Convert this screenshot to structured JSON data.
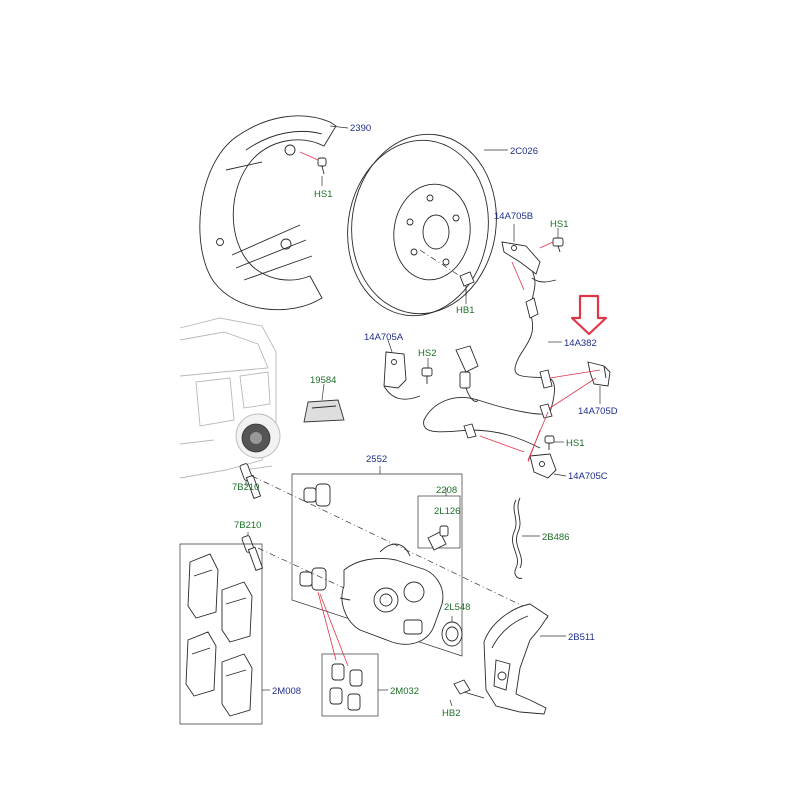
{
  "labels": {
    "shield": "2390",
    "hs1_shield": "HS1",
    "disc": "2C026",
    "hb1": "HB1",
    "bracket_b": "14A705B",
    "hs1_top": "HS1",
    "sensor": "14A382",
    "bracket_a": "14A705A",
    "hs2": "HS2",
    "pad_kit": "19584",
    "bracket_d": "14A705D",
    "hs1_lower": "HS1",
    "bracket_c": "14A705C",
    "caliper": "2552",
    "bleed": "2208",
    "bleed_cap": "2L126",
    "pin_upper": "7B210",
    "pin_lower": "7B210",
    "spring": "2B486",
    "piston_seal": "2L548",
    "carrier": "2B511",
    "pads": "2M008",
    "guide_kit": "2M032",
    "hb2": "HB2"
  },
  "colors": {
    "part_number": "#1f2e8c",
    "fastener": "#1e6f2a",
    "highlight_arrow": "#e0364a",
    "callout_lines": "#e0364a"
  }
}
